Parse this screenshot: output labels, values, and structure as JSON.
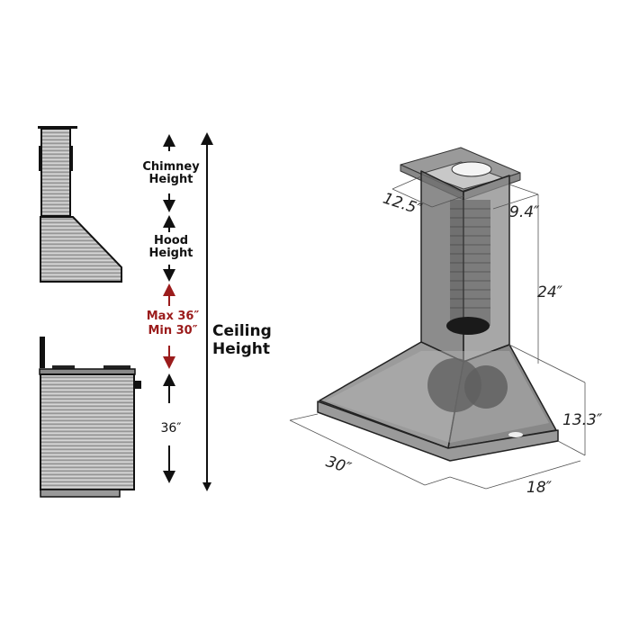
{
  "left_diagram": {
    "labels": {
      "chimney_height": "Chimney Height",
      "hood_height": "Hood Height",
      "clearance_max": "Max 36″",
      "clearance_min": "Min 30″",
      "counter_height": "36″",
      "ceiling_height": "Ceiling Height"
    },
    "colors": {
      "arrow": "#111111",
      "clearance": "#9b1c1c"
    }
  },
  "right_diagram": {
    "dimensions": {
      "chimney_width": "12.5″",
      "chimney_depth": "9.4″",
      "chimney_height": "24″",
      "hood_height": "13.3″",
      "hood_width": "30″",
      "hood_depth": "18″"
    }
  }
}
